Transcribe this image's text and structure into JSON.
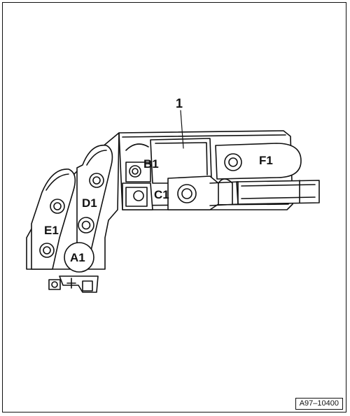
{
  "figure": {
    "reference_code": "A97–10400",
    "part_number": "1",
    "labels": {
      "a1": "A1",
      "b1": "B1",
      "c1": "C1",
      "d1": "D1",
      "e1": "E1",
      "f1": "F1"
    }
  }
}
